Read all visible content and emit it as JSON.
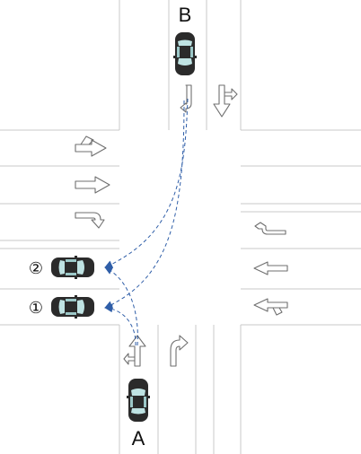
{
  "labels": {
    "car_a": "A",
    "car_b": "B",
    "target_1": "①",
    "target_2": "②"
  },
  "colors": {
    "route": "#2f5ea8",
    "car_body": "#2b2b2b",
    "car_glass": "#bfe3e3",
    "lane_line": "#c9c9c9",
    "arrow_stroke": "#6f6f6f"
  },
  "icons": [
    "car-icon",
    "straight-left-arrow-icon",
    "right-turn-arrow-icon",
    "straight-arrow-icon",
    "left-turn-arrow-icon",
    "straight-right-arrow-icon"
  ]
}
